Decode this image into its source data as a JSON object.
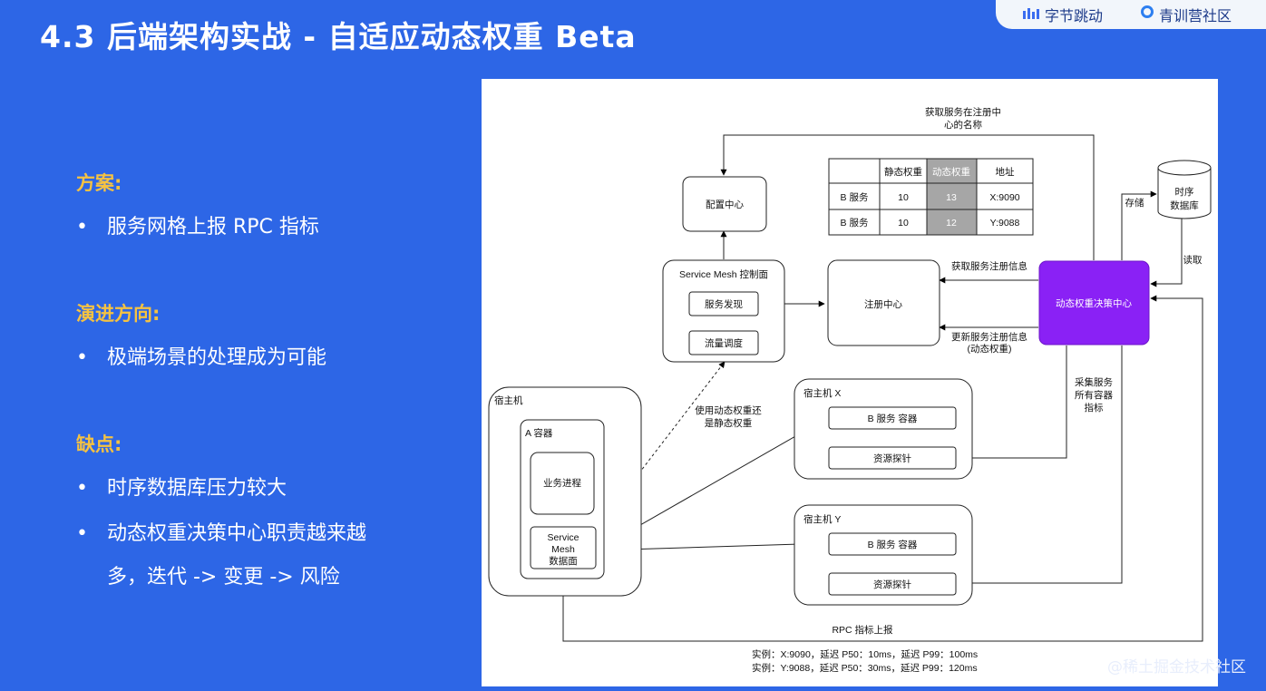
{
  "header": {
    "title": "4.3 后端架构实战 - 自适应动态权重 Beta",
    "logo_left": "字节跳动",
    "logo_right": "青训营社区"
  },
  "content": {
    "plan_heading": "方案:",
    "plan_items": [
      "服务网格上报 RPC 指标"
    ],
    "evolution_heading": "演进方向:",
    "evolution_items": [
      "极端场景的处理成为可能"
    ],
    "cons_heading": "缺点:",
    "cons_items": [
      "时序数据库压力较大",
      "动态权重决策中心职责越来越",
      "多，迭代 -> 变更 -> 风险"
    ]
  },
  "diagram": {
    "config_center": "配置中心",
    "mesh_control_plane": "Service Mesh 控制面",
    "service_discovery": "服务发现",
    "traffic_scheduling": "流量调度",
    "registry": "注册中心",
    "decision_center": "动态权重决策中心",
    "tsdb_line1": "时序",
    "tsdb_line2": "数据库",
    "host": "宿主机",
    "container_a": "A 容器",
    "business_process": "业务进程",
    "data_plane_line1": "Service",
    "data_plane_line2": "Mesh",
    "data_plane_line3": "数据面",
    "host_x": "宿主机 X",
    "host_y": "宿主机 Y",
    "b_service_container": "B 服务 容器",
    "resource_probe": "资源探针",
    "label_get_name_1": "获取服务在注册中",
    "label_get_name_2": "心的名称",
    "label_store": "存储",
    "label_read": "读取",
    "label_get_reg_info": "获取服务注册信息",
    "label_update_reg_1": "更新服务注册信息",
    "label_update_reg_2": "(动态权重)",
    "label_collect_1": "采集服务",
    "label_collect_2": "所有容器",
    "label_collect_3": "指标",
    "label_use_weight_1": "使用动态权重还",
    "label_use_weight_2": "是静态权重",
    "label_rpc_report": "RPC 指标上报",
    "instance_line_1": "实例：X:9090，延迟 P50：10ms，延迟 P99：100ms",
    "instance_line_2": "实例：Y:9088，延迟 P50：30ms，延迟 P99：120ms",
    "table": {
      "headers": [
        "",
        "静态权重",
        "动态权重",
        "地址"
      ],
      "rows": [
        [
          "B 服务",
          "10",
          "13",
          "X:9090"
        ],
        [
          "B 服务",
          "10",
          "12",
          "Y:9088"
        ]
      ]
    },
    "colors": {
      "decision": "#8a21f5",
      "shaded": "#a6a6a6"
    }
  },
  "watermark": "@稀土掘金技术社区"
}
